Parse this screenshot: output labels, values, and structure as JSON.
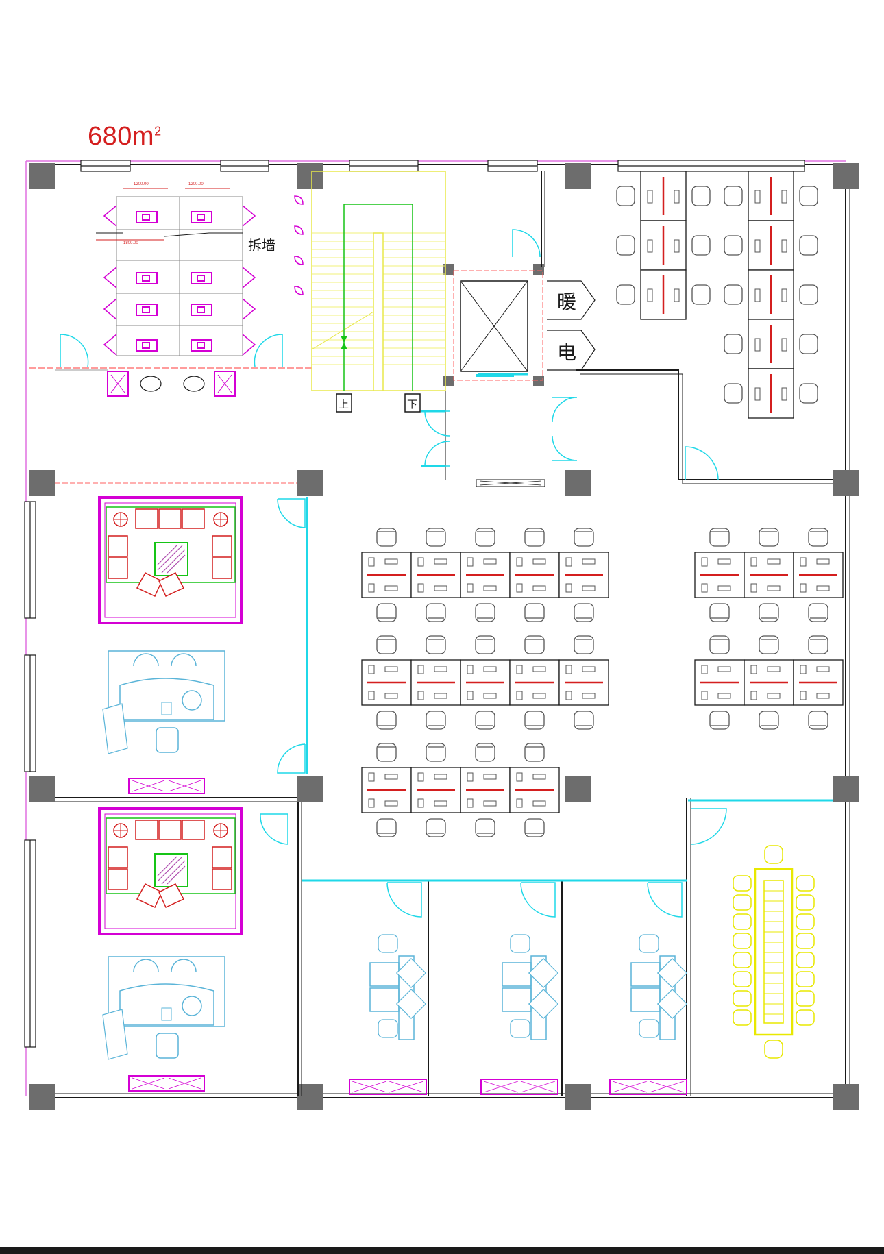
{
  "title": {
    "area_value": "680m",
    "area_unit_sup": "2"
  },
  "labels": {
    "demolish_wall": "拆墙",
    "stair_up": "上",
    "stair_down": "下",
    "hvac": "暖",
    "electric": "电",
    "dim_a": "1200.00",
    "dim_b": "1200.00",
    "dim_c": "1800.00"
  },
  "colors": {
    "wall": "#1a1a1a",
    "column": "#6d6d6d",
    "accent_red": "#d41f1f",
    "magenta": "#d400d4",
    "green": "#16c416",
    "cyan": "#1fd8e8",
    "light_blue": "#5ab4d8",
    "yellow": "#e8e800",
    "gray_furniture": "#555555"
  }
}
